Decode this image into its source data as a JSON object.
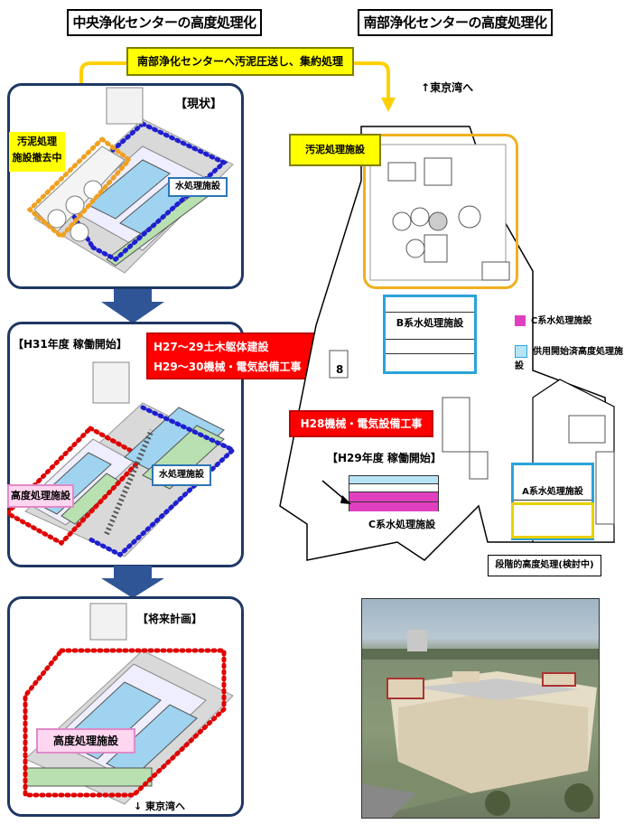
{
  "headers": {
    "left": "中央浄化センターの高度処理化",
    "right": "南部浄化センターの高度処理化"
  },
  "top_arrow_label": "南部浄化センターへ汚泥圧送し、集約処理",
  "panel1": {
    "status": "【現状】",
    "sludge_label": "汚泥処理\n施設撤去中",
    "water_label": "水処理施設"
  },
  "panel2": {
    "status": "【H31年度 稼働開始】",
    "work_line1": "H27～29土木躯体建設",
    "work_line2": "H29～30機械・電気設備工事",
    "advanced_label": "高度処理施設",
    "water_label": "水処理施設"
  },
  "panel3": {
    "status": "【将来計画】",
    "advanced_label": "高度処理施設",
    "arrow_label": "東京湾へ"
  },
  "map": {
    "to_bay": "東京湾へ",
    "sludge_facility": "汚泥処理施設",
    "b_system": "B系水処理施設",
    "c_work": "H28機械・電気設備工事",
    "c_status": "【H29年度 稼働開始】",
    "c_system": "C系水処理施設",
    "a_system": "A系水処理施設",
    "staged": "段階的高度処理(検討中)",
    "small_label": "8"
  },
  "legend": {
    "c_label": "C系水処理施設",
    "existing_label": "供用開始済高度処理施設",
    "c_color": "#e040c0",
    "existing_color": "#b7e4f5"
  },
  "colors": {
    "panel_border": "#1f3864",
    "arrow_fill": "#2f5597",
    "yellow": "#ffff00",
    "red": "#ff0000",
    "orange_dot": "#f0a020",
    "blue_dot": "#1f1fd0",
    "red_dot": "#e00000"
  }
}
